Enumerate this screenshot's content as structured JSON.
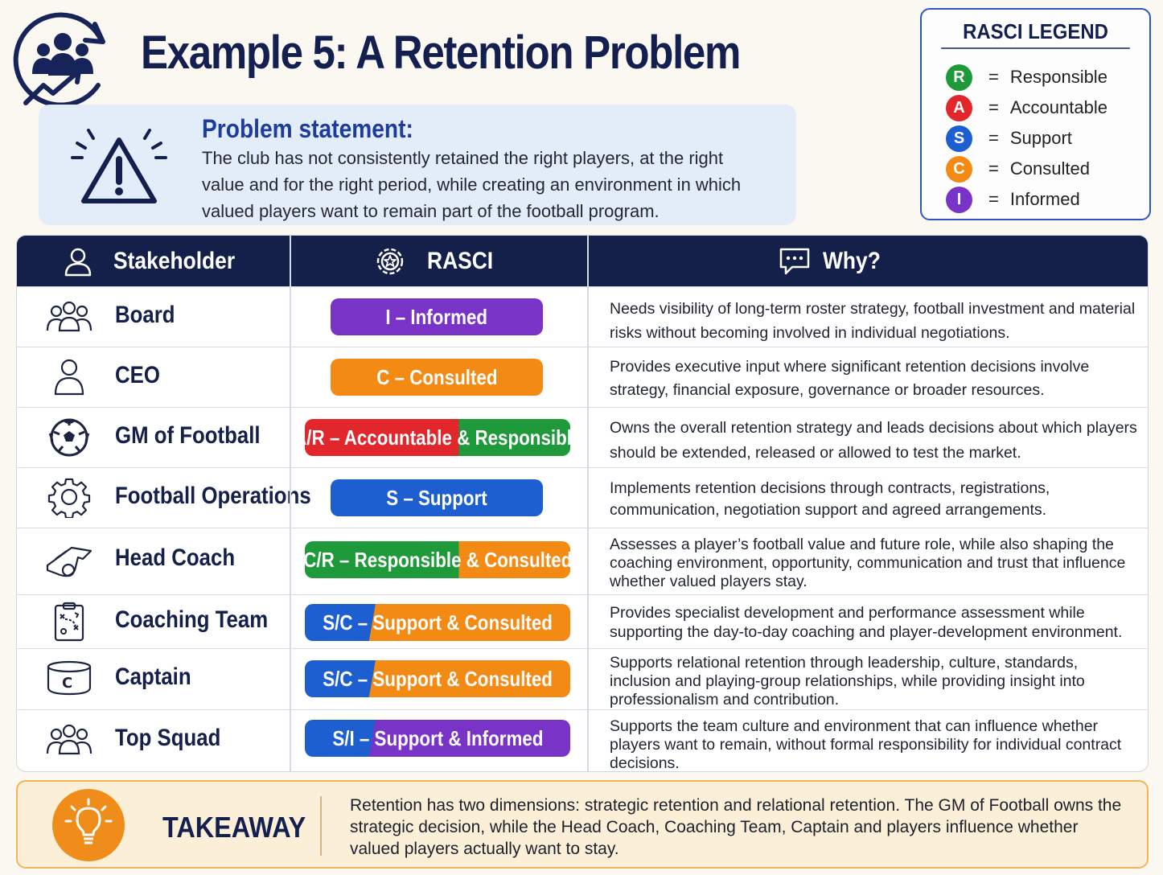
{
  "title": "Example 5: A Retention Problem",
  "problem": {
    "heading": "Problem statement:",
    "text": "The club has not consistently retained the right players, at the right value and for the right period, while creating an environment in which valued players want to remain part of the football program."
  },
  "legend": {
    "title": "RASCI LEGEND",
    "items": [
      {
        "letter": "R",
        "label": "Responsible",
        "color": "#1f9a3a"
      },
      {
        "letter": "A",
        "label": "Accountable",
        "color": "#e1262c"
      },
      {
        "letter": "S",
        "label": "Support",
        "color": "#1d5fd1"
      },
      {
        "letter": "C",
        "label": "Consulted",
        "color": "#f28a14"
      },
      {
        "letter": "I",
        "label": "Informed",
        "color": "#7a33c7"
      }
    ],
    "eq": "="
  },
  "table": {
    "headers": {
      "stakeholder": "Stakeholder",
      "rasci": "RASCI",
      "why": "Why?"
    },
    "rows": [
      {
        "name": "Board",
        "icon": "group-icon",
        "rasci": "I – Informed",
        "why": "Needs visibility of long-term roster strategy, football investment and material risks without becoming involved in individual negotiations."
      },
      {
        "name": "CEO",
        "icon": "person-icon",
        "rasci": "C – Consulted",
        "why": "Provides executive input where significant retention decisions involve strategy, financial exposure, governance or broader resources."
      },
      {
        "name": "GM of Football",
        "icon": "football-icon",
        "rasci": "A/R – Accountable & Responsible",
        "why": "Owns the overall retention strategy and leads decisions about which players should be extended, released or allowed to test the market."
      },
      {
        "name": "Football Operations",
        "icon": "gear-icon",
        "rasci": "S – Support",
        "why": "Implements retention decisions through contracts, registrations, communication, negotiation support and agreed arrangements."
      },
      {
        "name": "Head Coach",
        "icon": "whistle-icon",
        "rasci": "C/R – Responsible & Consulted",
        "why": "Assesses a player’s football value and future role, while also shaping the coaching environment, opportunity, communication and trust that influence whether valued players stay."
      },
      {
        "name": "Coaching Team",
        "icon": "clipboard-icon",
        "rasci": "S/C – Support & Consulted",
        "why": "Provides specialist development and performance assessment while supporting the day-to-day coaching and player-development environment."
      },
      {
        "name": "Captain",
        "icon": "captain-armband-icon",
        "rasci": "S/C – Support & Consulted",
        "why": "Supports relational retention through leadership, culture, standards, inclusion and playing-group relationships, while providing insight into professionalism and contribution."
      },
      {
        "name": "Top Squad",
        "icon": "group-icon",
        "rasci": "S/I – Support & Informed",
        "why": "Supports the team culture and environment that can influence whether players want to remain, without formal responsibility for individual contract decisions."
      }
    ]
  },
  "takeaway": {
    "label": "TAKEAWAY",
    "text": "Retention has two dimensions: strategic retention and relational retention. The GM of Football owns the strategic decision, while the Head Coach, Coaching Team, Captain and players influence whether valued players actually want to stay."
  },
  "colors": {
    "navy": "#14204a",
    "informed": "#7a33c7",
    "consulted": "#f28a14",
    "accountable": "#e1262c",
    "responsible": "#1f9a3a",
    "support": "#1d5fd1",
    "takeaway_orange": "#f08d1a"
  }
}
